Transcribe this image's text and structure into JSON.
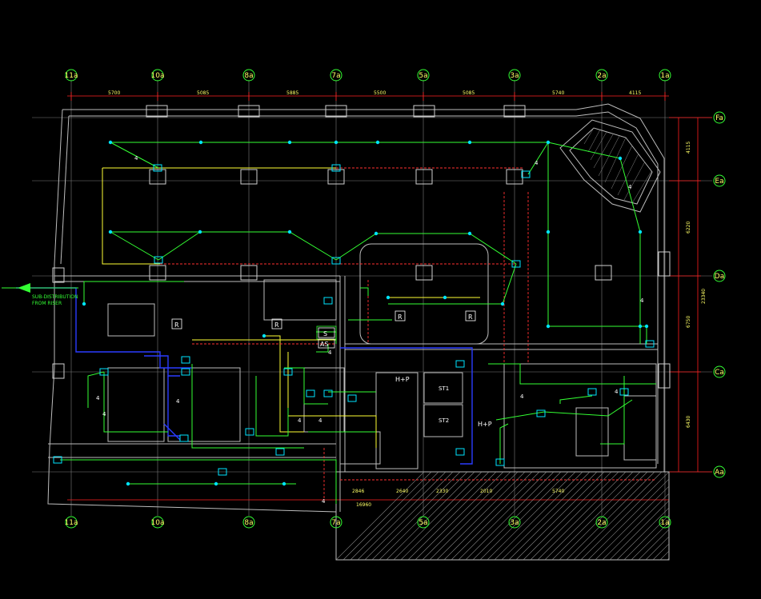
{
  "drawing": {
    "background": "#000000",
    "colors": {
      "wall": "#bdbdbd",
      "grid": "#8a8a8a",
      "axis_line": "#ff2020",
      "label": "#ffff66",
      "cable_green": "#33ff33",
      "cable_blue": "#2a3cff",
      "cable_yellow": "#ffff33",
      "cable_red": "#ff3030",
      "device": "#00e5ff",
      "hatch": "#9a9a9a"
    }
  },
  "grid_labels_top": [
    "11a",
    "10a",
    "8a",
    "7a",
    "5a",
    "3a",
    "2a",
    "1a"
  ],
  "grid_labels_bottom": [
    "11a",
    "10a",
    "8a",
    "7a",
    "5a",
    "3a",
    "2a",
    "1a"
  ],
  "grid_labels_right": [
    "Fa",
    "Ea",
    "Da",
    "Ca",
    "Aa"
  ],
  "dims_top": [
    "5700",
    "5085",
    "5885",
    "5500",
    "5085",
    "5740",
    "4115"
  ],
  "dims_right": [
    "4115",
    "6220",
    "6750",
    "6430"
  ],
  "dims_right_total": "23340",
  "dims_bottom": [
    "2846",
    "2640",
    "2330",
    "2010",
    "5740"
  ],
  "dims_bottom_total": "16960",
  "markers": {
    "r_labels": [
      "R",
      "R",
      "R",
      "R"
    ],
    "s_label": "S",
    "as_label": "AS",
    "hp_labels": [
      "H+P",
      "H+P"
    ]
  },
  "rooms": {
    "st1": "ST1",
    "st2": "ST2"
  },
  "wire_count_label": "4",
  "left_arrow_text": [
    "SUB-DISTRIBUTION",
    "FROM RISER"
  ]
}
